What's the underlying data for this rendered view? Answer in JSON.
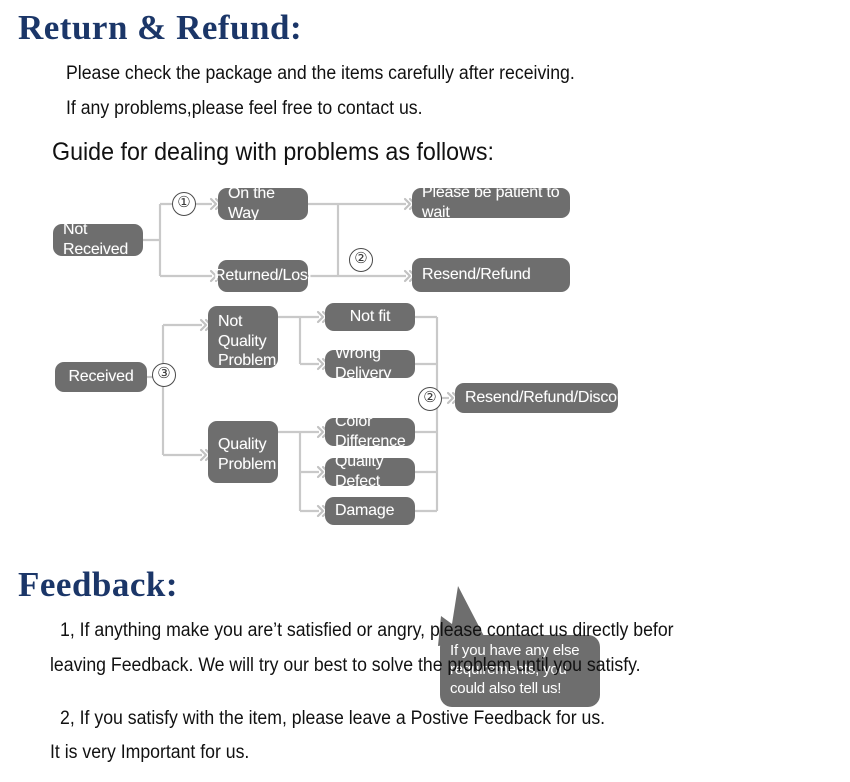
{
  "sections": {
    "return_refund": {
      "heading": "Return & Refund:",
      "lines": [
        "Please check the package and the items carefully after receiving.",
        "If any problems,please feel free to contact us."
      ],
      "guide_label": "Guide for dealing with problems as follows:"
    },
    "feedback": {
      "heading": "Feedback:",
      "item_1_line_1": "1, If anything make you are’t satisfied or angry, please contact us directly befor",
      "item_1_line_2": "leaving Feedback. We will try our best to solve the problem until you satisfy.",
      "item_2_line_1": "2, If you satisfy with the item, please leave a Postive Feedback for us.",
      "item_2_line_2": "It is very Important for us."
    }
  },
  "flowchart": {
    "box_color": "#6e6e6e",
    "line_color": "#c9c9c9",
    "text_color": "#ffffff",
    "nodes": {
      "not_received": "Not Received",
      "on_the_way": "On the Way",
      "returned_lost": "Returned/Lost",
      "please_be_patient": "Please be patient to wait",
      "resend_refund": "Resend/Refund",
      "received": "Received",
      "not_quality_problem": "Not\nQuality\nProblem",
      "quality_problem": "Quality\nProblem",
      "not_fit": "Not fit",
      "wrong_delivery": "Wrong Delivery",
      "color_difference": "Color Difference",
      "quality_defect": "Quality Defect",
      "damage": "Damage",
      "resend_refund_discount": "Resend/Refund/Discount"
    },
    "steps": {
      "step_1": "①",
      "step_2_top": "②",
      "step_2_bottom": "②",
      "step_3": "③"
    },
    "callout": "If you have any else requirements, you could also tell us!"
  },
  "colors": {
    "heading": "#1b3668",
    "body_text": "#111111",
    "background": "#ffffff"
  }
}
